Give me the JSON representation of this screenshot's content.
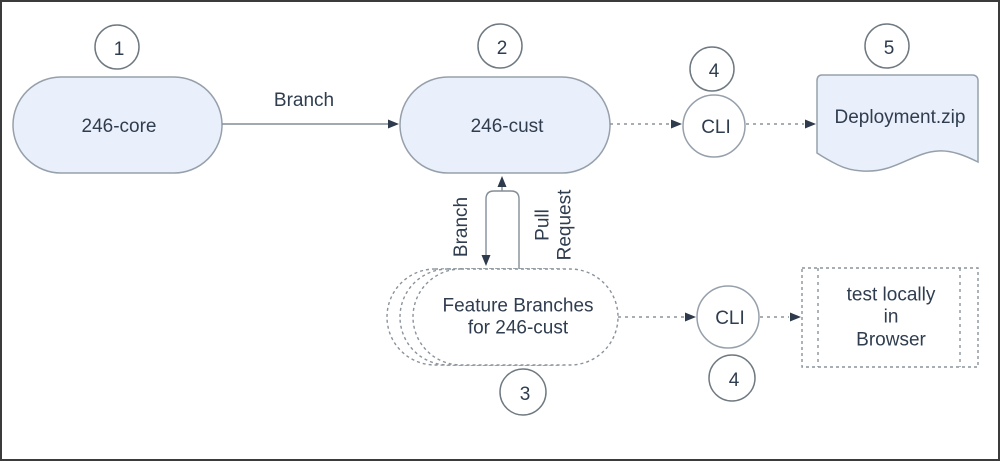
{
  "colors": {
    "frame": "#3b3b3b",
    "node_fill": "#eaf0fb",
    "node_stroke": "#96a0ab",
    "circle_stroke": "#6f7981",
    "dashed_stroke": "#8a939b",
    "line": "#848d96",
    "arrowhead": "#2d3b4d",
    "text": "#2f3d4f"
  },
  "nodes": {
    "core": {
      "label": "246-core",
      "step": "1"
    },
    "cust": {
      "label": "246-cust",
      "step": "2"
    },
    "feature": {
      "label": "Feature Branches\nfor 246-cust",
      "step": "3"
    },
    "cli_build": {
      "label": "CLI",
      "step": "4"
    },
    "cli_test": {
      "label": "CLI",
      "step": "4"
    },
    "deployment": {
      "label": "Deployment.zip",
      "step": "5"
    },
    "browser": {
      "label": "test locally in\nBrowser"
    }
  },
  "edges": {
    "branch": {
      "label": "Branch"
    },
    "branch_down": {
      "label": "Branch"
    },
    "pull_request": {
      "label": "Pull\nRequest"
    }
  }
}
